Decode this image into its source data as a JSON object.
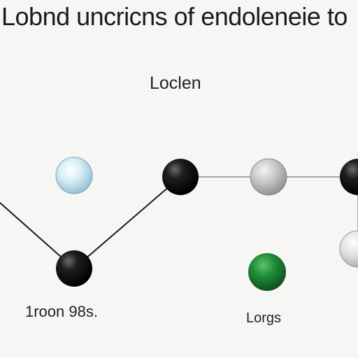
{
  "title": "Lobnd uncricns of endoleneie to",
  "subtitle": "Loclen",
  "labels": {
    "left": "1roon 98s.",
    "right": "Lorgs"
  },
  "colors": {
    "background": "#f6f6f4",
    "line": "#1a1a1a",
    "line_gray": "#8a8a8a",
    "node_black": "#0d0d0d",
    "node_light_blue": "#cfe6f3",
    "node_gray": "#c8c8c8",
    "node_light_gray": "#e2e2e2",
    "node_green": "#1f8a36"
  },
  "nodes": [
    {
      "name": "light-blue-sphere",
      "color": "light_blue"
    },
    {
      "name": "black-sphere-top",
      "color": "black"
    },
    {
      "name": "gray-sphere",
      "color": "gray"
    },
    {
      "name": "black-sphere-right",
      "color": "black"
    },
    {
      "name": "light-gray-sphere",
      "color": "light_gray"
    },
    {
      "name": "black-sphere-bottom",
      "color": "black"
    },
    {
      "name": "green-sphere",
      "color": "green"
    }
  ]
}
